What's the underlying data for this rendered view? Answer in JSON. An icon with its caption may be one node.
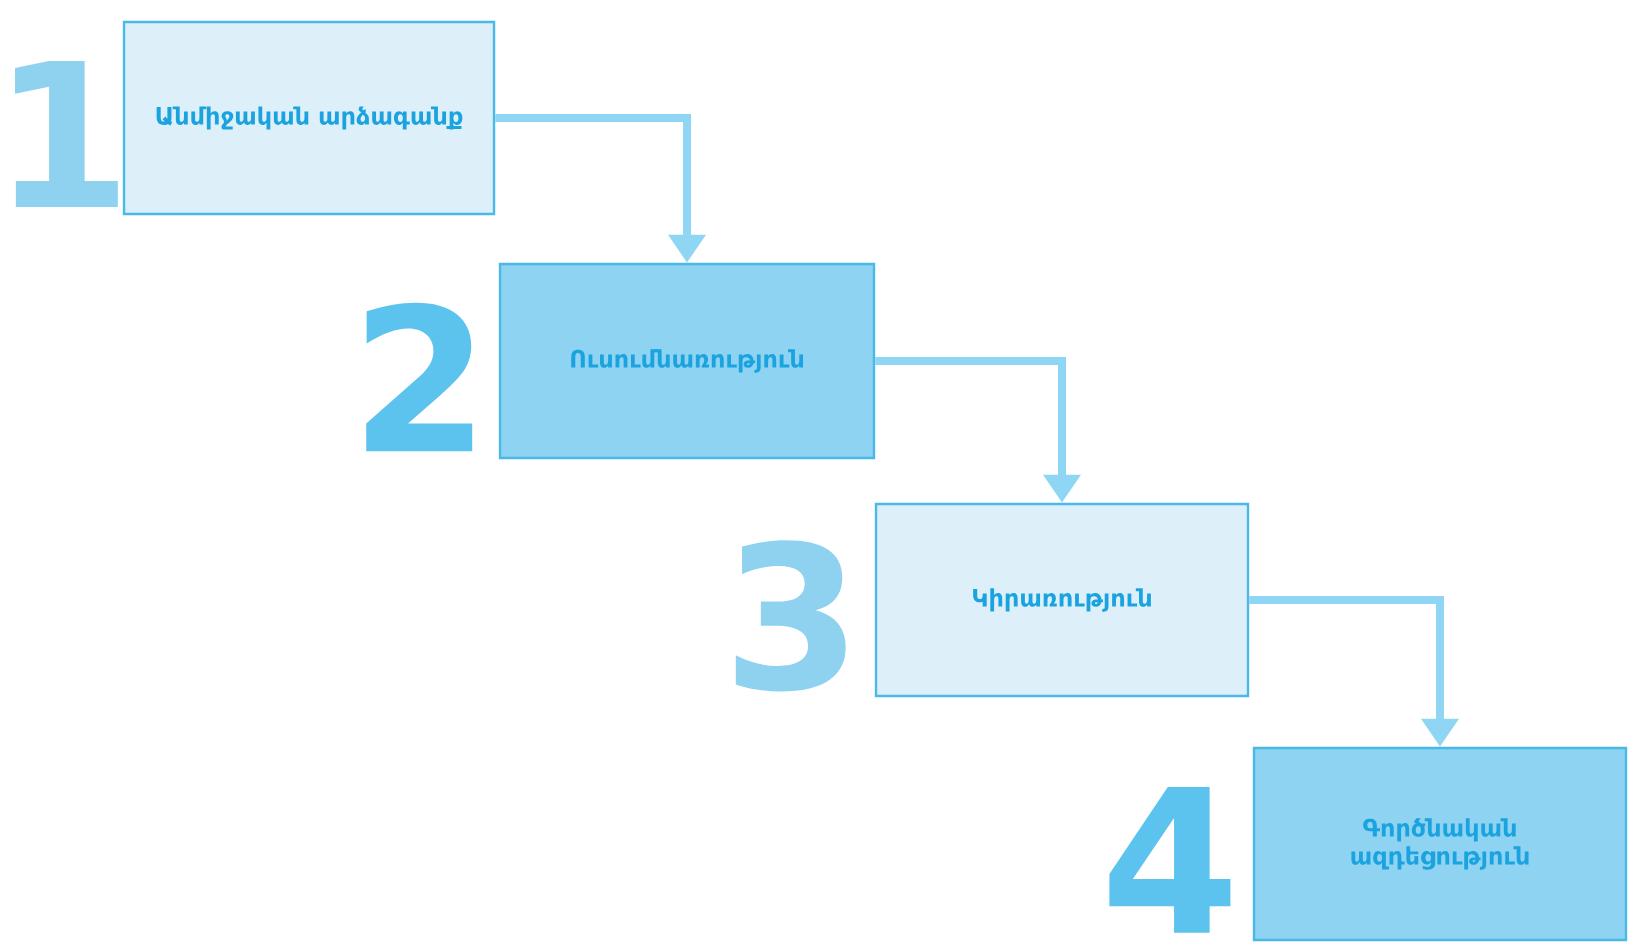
{
  "diagram": {
    "nodes": [
      {
        "text": [
          "Անմիջական արձագանք"
        ],
        "beside": [
          "1"
        ]
      },
      {
        "text": [
          "Ուսումնառություն"
        ],
        "beside": [
          "2"
        ]
      },
      {
        "text": [
          "Կիրառություն"
        ],
        "beside": [
          "3"
        ]
      },
      {
        "text": [
          "Գործնական ազդեցություն"
        ],
        "beside": [
          "4"
        ]
      }
    ],
    "edges": [
      {
        "from": 0,
        "to": 1,
        "arrow": "to"
      },
      {
        "from": 1,
        "to": 2,
        "arrow": "to"
      },
      {
        "from": 2,
        "to": 3,
        "arrow": "to"
      }
    ]
  }
}
